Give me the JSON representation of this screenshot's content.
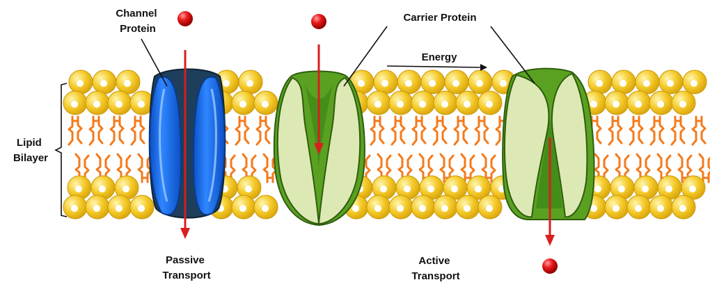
{
  "labels": {
    "channel_protein": [
      "Channel",
      "Protein"
    ],
    "carrier_protein": "Carrier Protein",
    "energy": "Energy",
    "lipid_bilayer": [
      "Lipid",
      "Bilayer"
    ],
    "passive_transport": [
      "Passive",
      "Transport"
    ],
    "active_transport": [
      "Active",
      "Transport"
    ]
  },
  "colors": {
    "phospholipid_head": "#f2c31a",
    "phospholipid_tail": "#f47a1b",
    "channel_protein": "#1f6fe6",
    "channel_protein_dark": "#1d4060",
    "carrier_light": "#dde9b4",
    "carrier_dark": "#5aa122",
    "molecule": "#e0141a",
    "arrow": "#d81e1e"
  }
}
